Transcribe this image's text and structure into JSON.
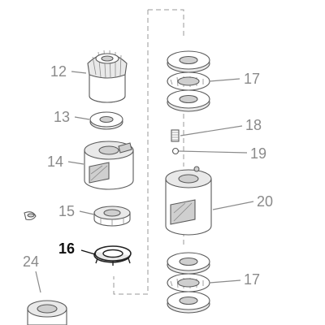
{
  "labels": {
    "part_12": "12",
    "part_13": "13",
    "part_14": "14",
    "part_15": "15",
    "part_16": "16",
    "part_17_top": "17",
    "part_17_bottom": "17",
    "part_18": "18",
    "part_19": "19",
    "part_20": "20",
    "part_24": "24"
  },
  "colors": {
    "line": "#5a5a5a",
    "label": "#8a8a8a",
    "highlight": "#111111"
  }
}
